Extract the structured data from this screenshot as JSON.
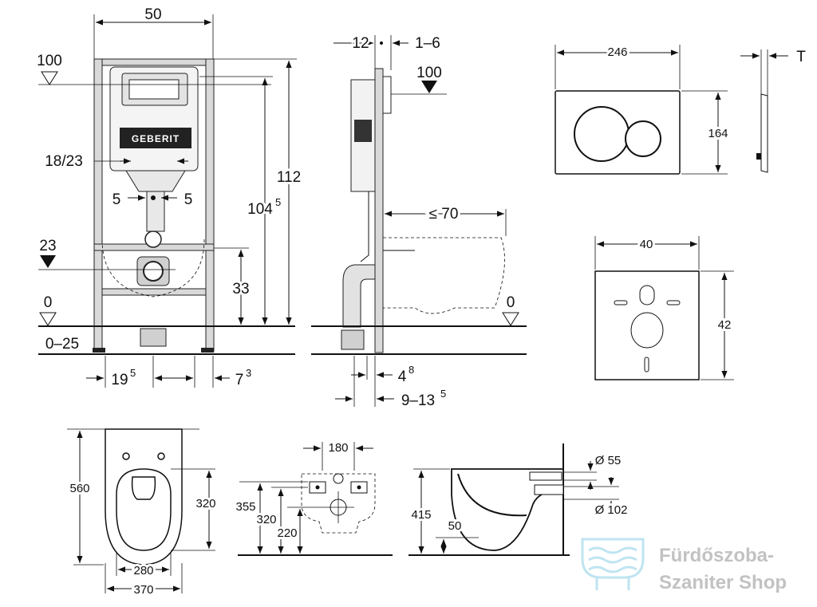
{
  "front_view": {
    "width": "50",
    "height_total": "112",
    "height_inner": "104",
    "height_inner_sup": "5",
    "level_top": "100",
    "level_mid": "23",
    "level_zero": "0",
    "level_floor": "0–25",
    "spacing_pipe": "18/23",
    "offset_left": "5",
    "offset_right": "5",
    "height_outlet": "33",
    "bottom_left": "19",
    "bottom_left_sup": "5",
    "bottom_right": "7",
    "bottom_right_sup": "3",
    "brand": "GEBERIT"
  },
  "side_view": {
    "depth_frame": "12",
    "depth_plate": "1–6",
    "level_top": "100",
    "projection": "≤ 70",
    "level_zero": "0",
    "wall_gap": "4",
    "wall_gap_sup": "8",
    "wall_range": "9–13",
    "wall_range_sup": "5"
  },
  "flush_plate": {
    "width": "246",
    "height": "164",
    "thickness": "T"
  },
  "soundproof_pad": {
    "width": "40",
    "height": "42"
  },
  "toilet_top": {
    "length": "560",
    "bowl_depth": "320",
    "inner_width": "280",
    "outer_width": "370"
  },
  "toilet_back": {
    "bolt_spacing": "180",
    "height_top": "355",
    "height_mid": "320",
    "height_low": "220"
  },
  "toilet_side": {
    "diameter_inlet": "Ø 55",
    "diameter_outlet": "Ø 102",
    "height": "415",
    "outlet_height": "50"
  },
  "watermark": {
    "line1": "Fürdőszoba-",
    "line2": "Szaniter Shop"
  }
}
